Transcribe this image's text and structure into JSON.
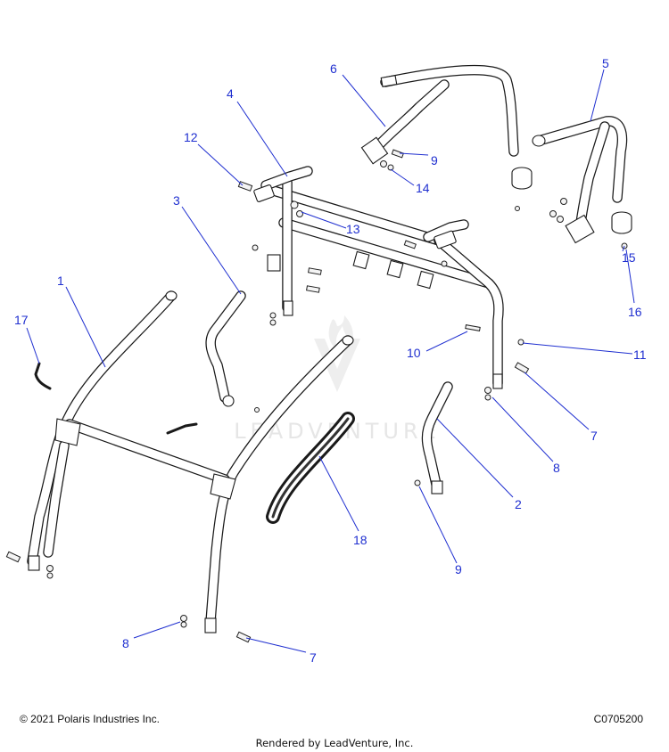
{
  "diagram": {
    "callouts": [
      {
        "label": "1"
      },
      {
        "label": "2"
      },
      {
        "label": "3"
      },
      {
        "label": "4"
      },
      {
        "label": "5"
      },
      {
        "label": "6"
      },
      {
        "label": "7"
      },
      {
        "label": "7"
      },
      {
        "label": "8"
      },
      {
        "label": "8"
      },
      {
        "label": "9"
      },
      {
        "label": "9"
      },
      {
        "label": "10"
      },
      {
        "label": "11"
      },
      {
        "label": "12"
      },
      {
        "label": "13"
      },
      {
        "label": "14"
      },
      {
        "label": "15"
      },
      {
        "label": "16"
      },
      {
        "label": "17"
      },
      {
        "label": "18"
      }
    ],
    "watermark_logo": "leadventure-logo",
    "watermark_text": "LEADVENTURE"
  },
  "footer": {
    "copyright": "© 2021 Polaris Industries Inc.",
    "drawing_code": "C0705200",
    "rendered_by": "Rendered by LeadVenture, Inc."
  },
  "colors": {
    "callout": "#1f2fd0",
    "line_art": "#1a1a1a",
    "watermark": "#e6e6e6",
    "background": "#ffffff"
  }
}
